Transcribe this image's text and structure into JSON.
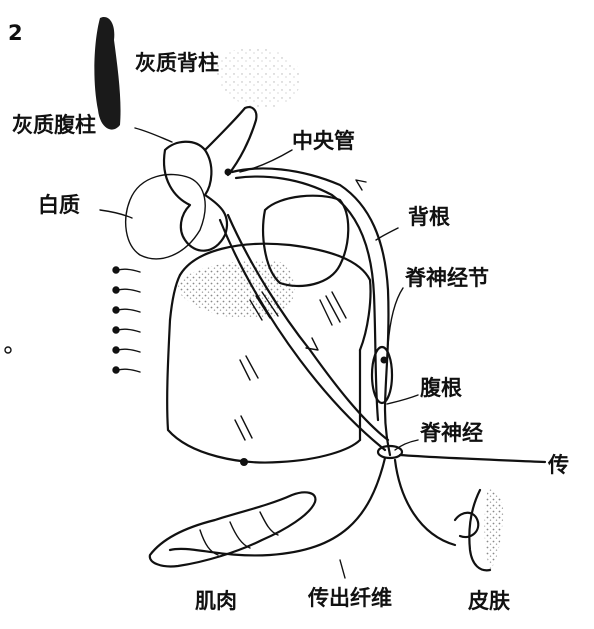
{
  "diagram": {
    "labels": {
      "dorsal_horn": "灰质背柱",
      "ventral_horn": "灰质腹柱",
      "central_canal": "中央管",
      "white_matter": "白质",
      "dorsal_root": "背根",
      "dorsal_root_ganglion": "脊神经节",
      "ventral_root": "腹根",
      "spinal_nerve": "脊神经",
      "afferent": "传",
      "muscle": "肌肉",
      "efferent_fiber": "传出纤维",
      "skin": "皮肤"
    },
    "marks": {
      "top_left_digit": "2"
    },
    "colors": {
      "ink": "#111111",
      "paper": "#ffffff",
      "stipple": "#9a9a9a"
    }
  }
}
